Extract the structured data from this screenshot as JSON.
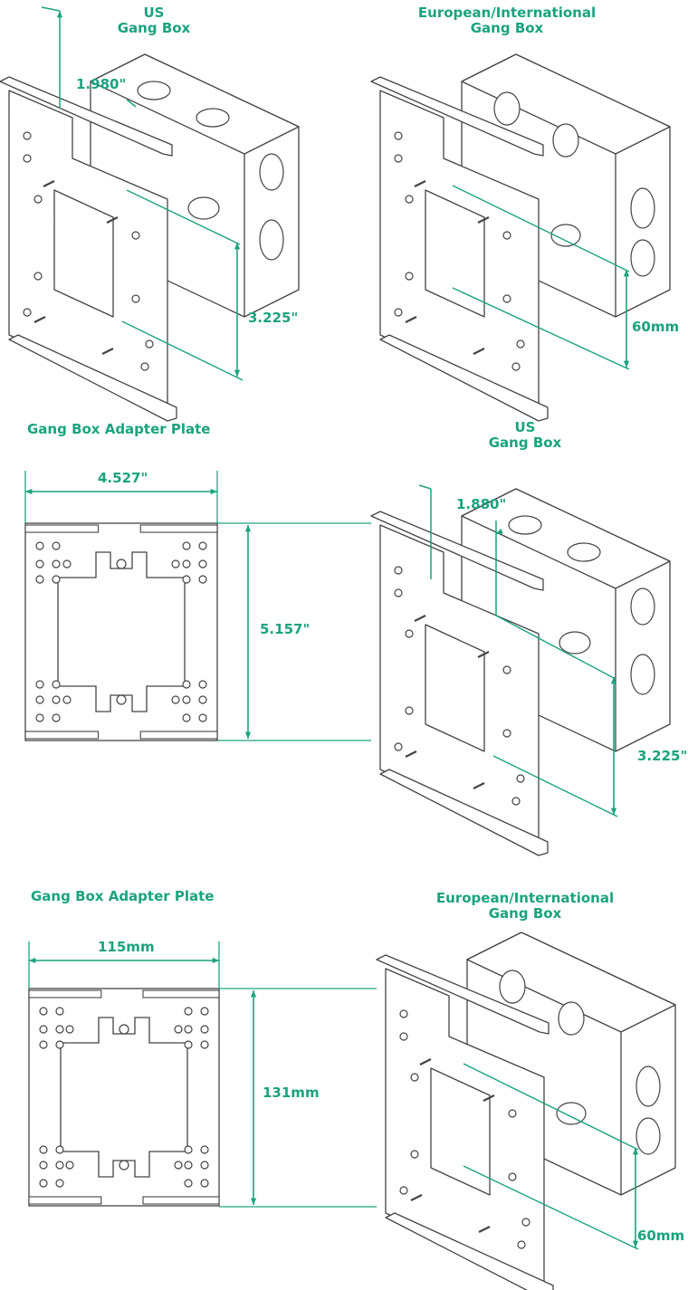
{
  "colors": {
    "accent": "#1aa37f",
    "line": "#444444",
    "background": "#ffffff"
  },
  "panels": {
    "us_box_top": {
      "title_line1": "US",
      "title_line2": "Gang Box",
      "depth_dim": "1.980\"",
      "height_dim": "3.225\""
    },
    "eu_box_top": {
      "title_line1": "European/International",
      "title_line2": "Gang Box",
      "height_dim": "60mm"
    },
    "adapter_plate_us": {
      "title": "Gang Box Adapter Plate",
      "width_dim": "4.527\"",
      "height_dim": "5.157\""
    },
    "us_box_mid": {
      "title_line1": "US",
      "title_line2": "Gang Box",
      "depth_dim": "1.880\"",
      "height_dim": "3.225\""
    },
    "adapter_plate_eu": {
      "title": "Gang Box Adapter Plate",
      "width_dim": "115mm",
      "height_dim": "131mm"
    },
    "eu_box_bottom": {
      "title_line1": "European/International",
      "title_line2": "Gang Box",
      "height_dim": "60mm"
    }
  }
}
